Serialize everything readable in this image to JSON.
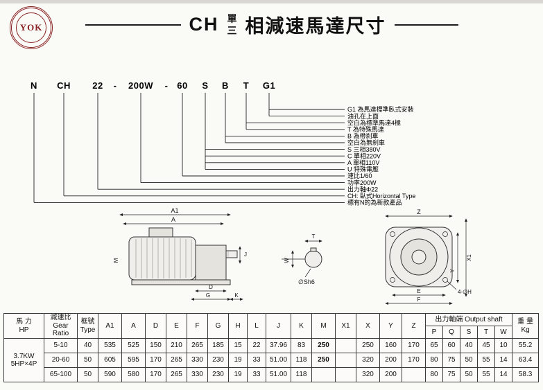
{
  "logo": {
    "text": "YOK"
  },
  "title": {
    "prefix": "CH",
    "stack_top": "單",
    "stack_bottom": "三",
    "suffix": "相減速馬達尺寸"
  },
  "model": {
    "parts": [
      "N",
      "CH",
      "22",
      "-",
      "200W",
      "-",
      "60",
      "S",
      "B",
      "T",
      "G1"
    ],
    "labels": [
      "G1 為馬達標準臥式安裝",
      "油孔在上面",
      "空白為標準馬達4極",
      "T 為特殊馬達",
      "B 為帶刹車",
      "空白為無刹車",
      "S 三相380V",
      "C 單相220V",
      "A 單相110V",
      "U 特殊電壓",
      "速比1/60",
      "功率200W",
      "出力軸Φ22",
      "CH: 臥式Horizontal Type",
      "標有N的為新款產品"
    ]
  },
  "drawings": {
    "side": {
      "a1": "A1",
      "a": "A",
      "j": "J",
      "m": "M",
      "d": "D",
      "g": "G",
      "k": "K"
    },
    "shaft": {
      "t": "T",
      "w": "W",
      "dia": "∅Sh6"
    },
    "end": {
      "z": "Z",
      "x1": "X1",
      "y": "Y",
      "e": "E",
      "f": "F",
      "holes": "4-∅H"
    }
  },
  "table": {
    "hp": "3.7KW\n5HP×4P",
    "headers": {
      "hp": "馬 力\nHP",
      "gear": "減速比\nGear\nRatio",
      "type": "框號\nType",
      "dims": [
        "A1",
        "A",
        "D",
        "E",
        "F",
        "G",
        "H",
        "L",
        "J",
        "K",
        "M",
        "X1",
        "X",
        "Y",
        "Z"
      ],
      "output_shaft": "出力軸端 Output shaft",
      "shaft_sub": [
        "P",
        "Q",
        "S",
        "T",
        "W"
      ],
      "weight": "重 量\nKg"
    },
    "rows": [
      {
        "cells": [
          "5-10",
          "40",
          "535",
          "525",
          "150",
          "210",
          "265",
          "185",
          "15",
          "22",
          "37.96",
          "83",
          "250",
          "",
          "250",
          "160",
          "170",
          "65",
          "60",
          "40",
          "45",
          "10",
          "55.2"
        ]
      },
      {
        "cells": [
          "20-60",
          "50",
          "605",
          "595",
          "170",
          "265",
          "330",
          "230",
          "19",
          "33",
          "51.00",
          "118",
          "250",
          "",
          "320",
          "200",
          "170",
          "80",
          "75",
          "50",
          "55",
          "14",
          "63.4"
        ]
      },
      {
        "cells": [
          "65-100",
          "50",
          "590",
          "580",
          "170",
          "265",
          "330",
          "230",
          "19",
          "33",
          "51.00",
          "118",
          "",
          "",
          "320",
          "200",
          "",
          "80",
          "75",
          "50",
          "55",
          "14",
          "58.3"
        ]
      }
    ]
  }
}
